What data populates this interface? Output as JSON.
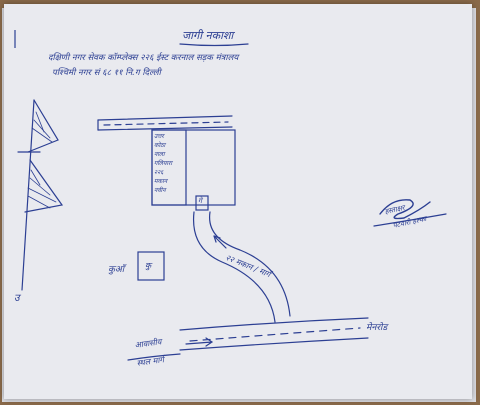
{
  "sheet": {
    "title": "जागी नकाशा",
    "line1": "दक्षिणी नगर सेवक कॉम्प्लेक्स २२६ ईस्ट करनाल सड़क मंत्रालय",
    "line2": "पश्चिमी नगर सं ६८ ११ नि.ग दिल्ली"
  },
  "labels": {
    "building_rows": [
      "उत्तर",
      "कोठा",
      "नाला",
      "गलियारा",
      "२२६",
      "मकान",
      "नवीन"
    ],
    "gate": "गे",
    "road_mid": "२२ मकान / मार्ग",
    "kuan": "कुआँ",
    "kuan_box": "कु",
    "main_road_right": "मेनरोड",
    "main_road_left_1": "आवासीय",
    "main_road_left_2": "स्थल मार्ग",
    "stamp_line1": "हस्ताक्षर",
    "stamp_line2": "पटवारी हल्का",
    "pole_bottom": "उ"
  },
  "colors": {
    "ink": "#2c3f93",
    "paper": "#e9eaef",
    "table": "#8a6a4a"
  }
}
